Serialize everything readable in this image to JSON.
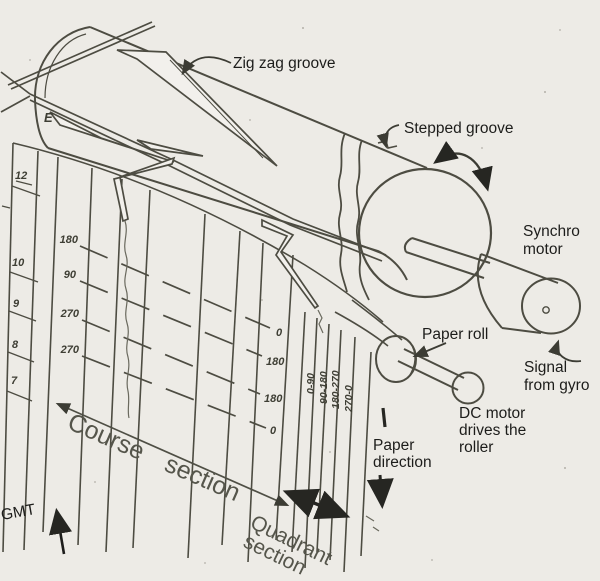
{
  "labels": {
    "zig_zag_groove": "Zig zag groove",
    "stepped_groove": "Stepped groove",
    "synchro_motor_1": "Synchro",
    "synchro_motor_2": "motor",
    "paper_roll": "Paper roll",
    "signal_from_gyro_1": "Signal",
    "signal_from_gyro_2": "from gyro",
    "dc_motor_1": "DC motor",
    "dc_motor_2": "drives the",
    "dc_motor_3": "roller",
    "paper_direction_1": "Paper",
    "paper_direction_2": "direction",
    "course_section_1": "Course",
    "course_section_2": "section",
    "quadrant_section_1": "Quadrant",
    "quadrant_section_2": "section",
    "gmt": "GMT",
    "e_mark": "E"
  },
  "scales": {
    "time": [
      "12",
      "10",
      "9",
      "8",
      "7"
    ],
    "course_left": [
      "180",
      "90",
      "270",
      "270"
    ],
    "course_right": [
      "0",
      "180",
      "180",
      "0"
    ],
    "quadrant": [
      "0-90",
      "90-180",
      "180-270",
      "270-0"
    ]
  },
  "colors": {
    "background": "#edebe6",
    "ink": "#4d4c42",
    "typed_text": "#1d1d1b",
    "pencil_text": "#55554b"
  }
}
